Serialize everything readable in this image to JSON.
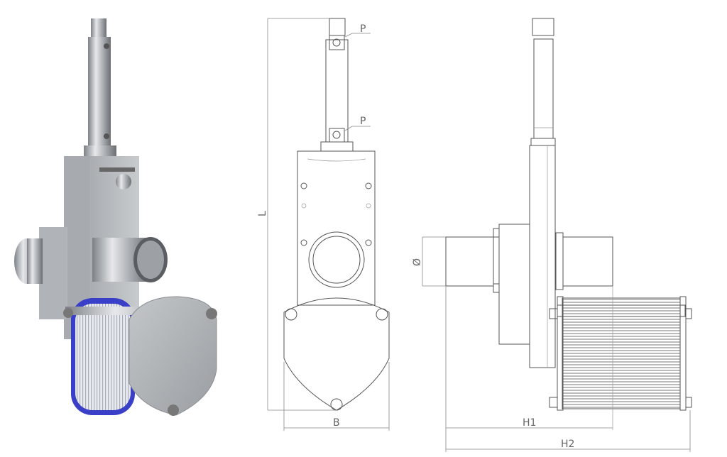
{
  "drawing": {
    "labels": {
      "port_top": "P",
      "port_bottom": "P",
      "length": "L",
      "width": "B",
      "diameter": "Ø",
      "height1": "H1",
      "height2": "H2"
    },
    "colors": {
      "line": "#555555",
      "dimension": "#888888",
      "metal": "#b8bcc0",
      "filter_ring": "#3a3fc8"
    }
  }
}
